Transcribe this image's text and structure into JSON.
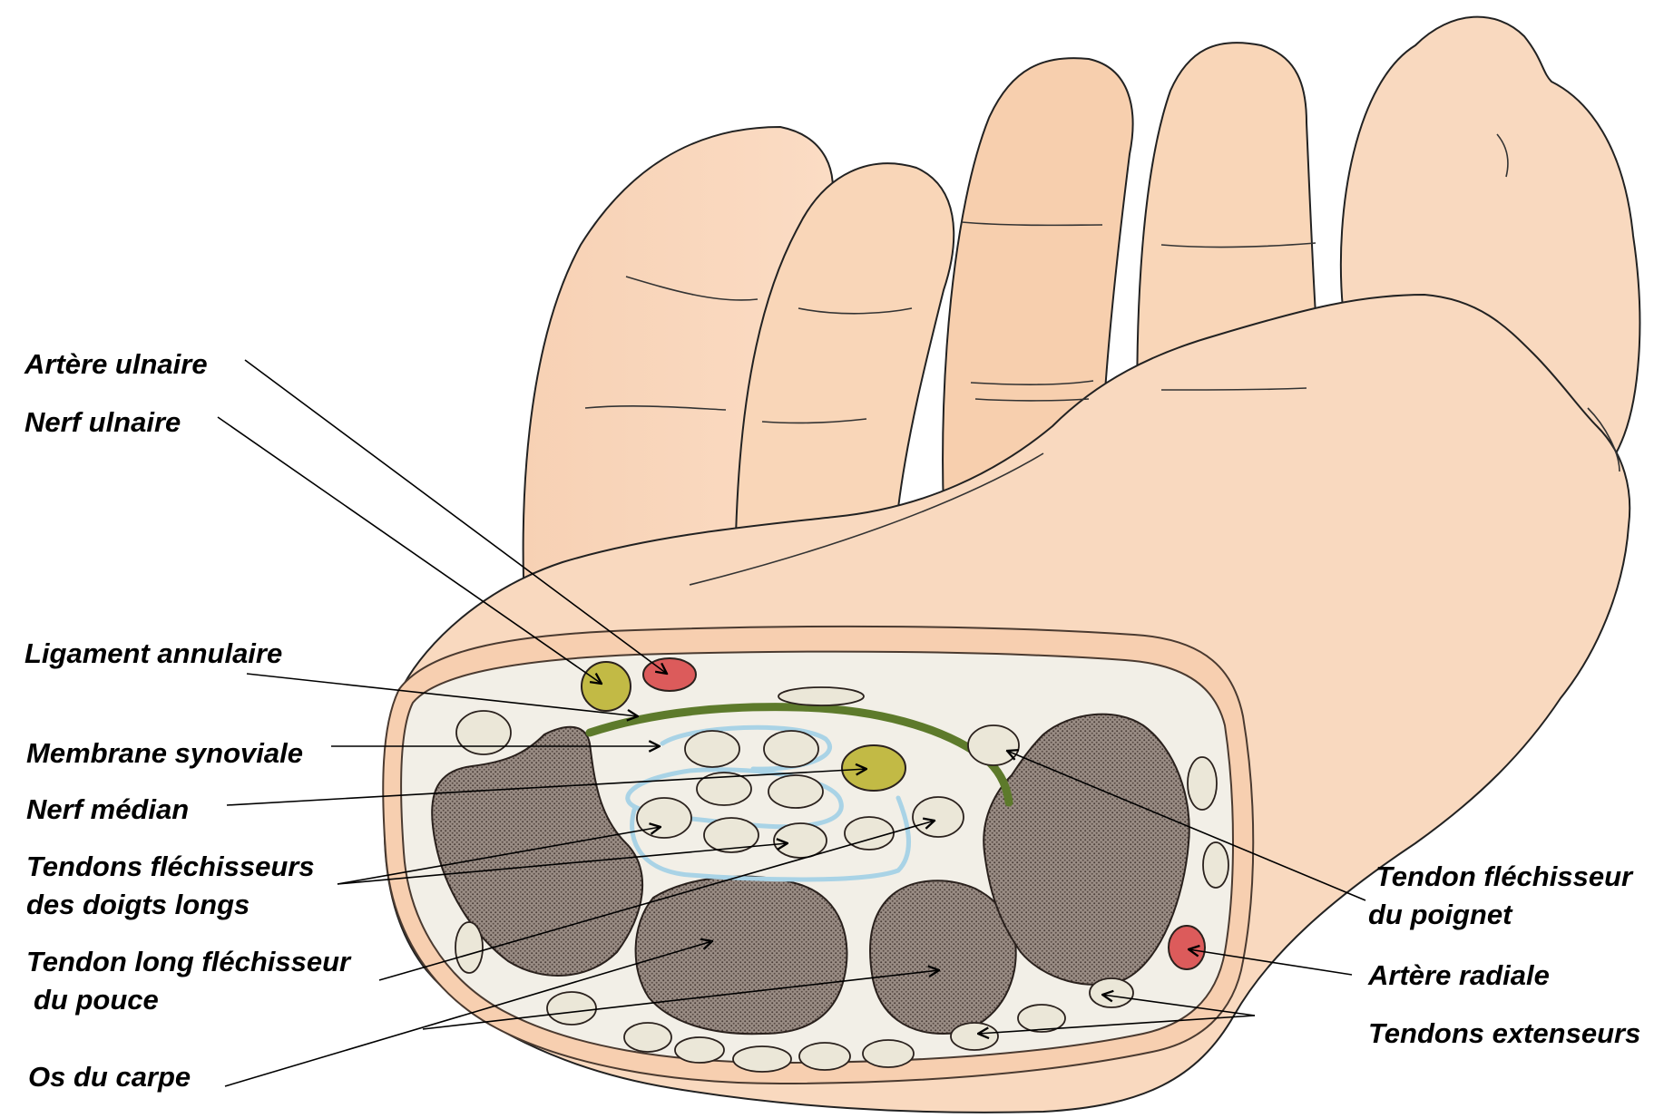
{
  "labels": {
    "artere_ulnaire": "Artère ulnaire",
    "nerf_ulnaire": "Nerf ulnaire",
    "ligament_annulaire": "Ligament annulaire",
    "membrane_synoviale": "Membrane synoviale",
    "nerf_median": "Nerf médian",
    "tendons_flechisseurs_line1": "Tendons fléchisseurs",
    "tendons_flechisseurs_line2": "des doigts longs",
    "tendon_long_flechisseur_line1": "Tendon long fléchisseur",
    "tendon_long_flechisseur_line2": "du pouce",
    "os_du_carpe": "Os du carpe",
    "tendon_flechisseur_poignet_line1": "Tendon fléchisseur",
    "tendon_flechisseur_poignet_line2": "du poignet",
    "artere_radiale": "Artère radiale",
    "tendons_extenseurs": "Tendons extenseurs"
  },
  "colors": {
    "skin": "#f9d9bf",
    "skin_shadow": "#f3c5a2",
    "section_fill": "#f2efe7",
    "tendon_fill": "#ebe7d8",
    "bone_fill": "#8a7b72",
    "nerve": "#c2ba45",
    "artery": "#dc5b5b",
    "ligament": "#5d7a2b",
    "synovial": "#a9d3e6"
  }
}
